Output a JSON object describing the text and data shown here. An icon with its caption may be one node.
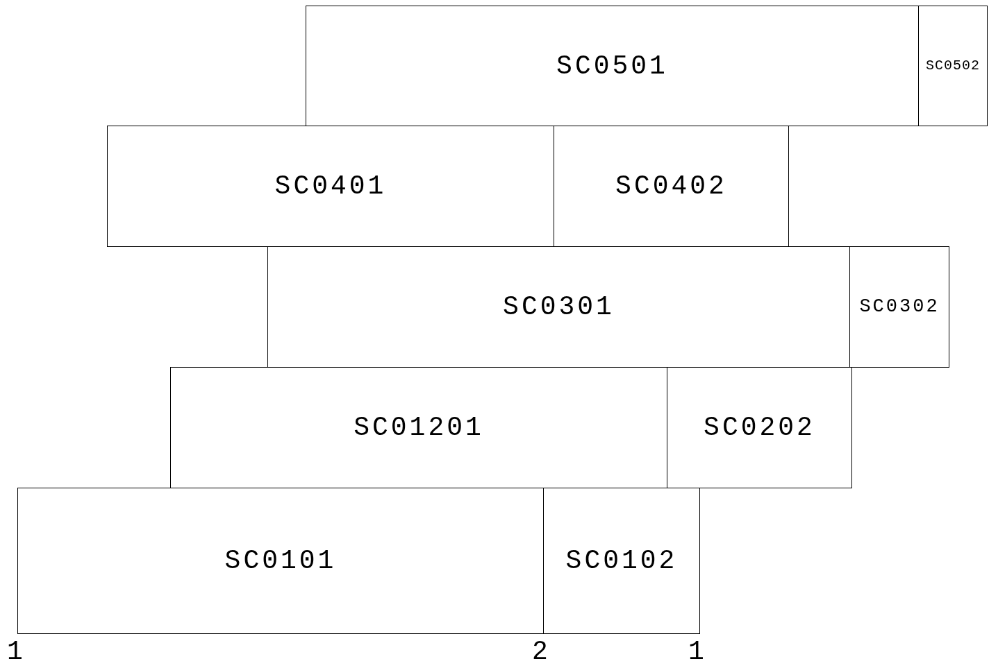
{
  "diagram": {
    "nodes": [
      {
        "text": [
          "SC0501"
        ]
      },
      {
        "text": [
          "SC0502"
        ]
      },
      {
        "text": [
          "SC0401"
        ]
      },
      {
        "text": [
          "SC0402"
        ]
      },
      {
        "text": [
          "SC0301"
        ]
      },
      {
        "text": [
          "SC0302"
        ]
      },
      {
        "text": [
          "SC01201"
        ]
      },
      {
        "text": [
          "SC0202"
        ]
      },
      {
        "text": [
          "SC0101"
        ]
      },
      {
        "text": [
          "SC0102"
        ]
      }
    ],
    "labels": [
      "1",
      "2",
      "1"
    ]
  }
}
